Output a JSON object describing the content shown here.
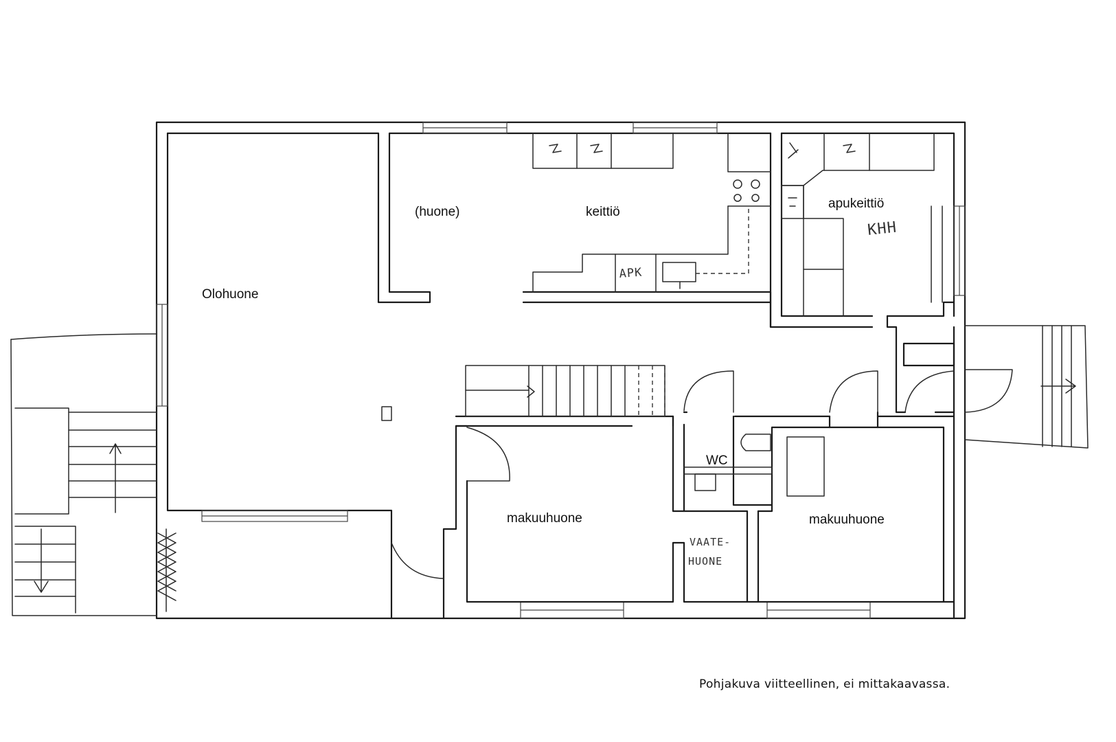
{
  "rooms": {
    "olohuone": "Olohuone",
    "huone": "(huone)",
    "keittio": "keittiö",
    "apukeittio": "apukeittiö",
    "wc": "WC",
    "makuuhuone_left": "makuuhuone",
    "makuuhuone_right": "makuuhuone"
  },
  "handwritten": {
    "apk": "APK",
    "khh": "KHH",
    "vaatehuone_line1": "VAATE-",
    "vaatehuone_line2": "HUONE"
  },
  "footer": {
    "note": "Pohjakuva viitteellinen, ei mittakaavassa."
  }
}
